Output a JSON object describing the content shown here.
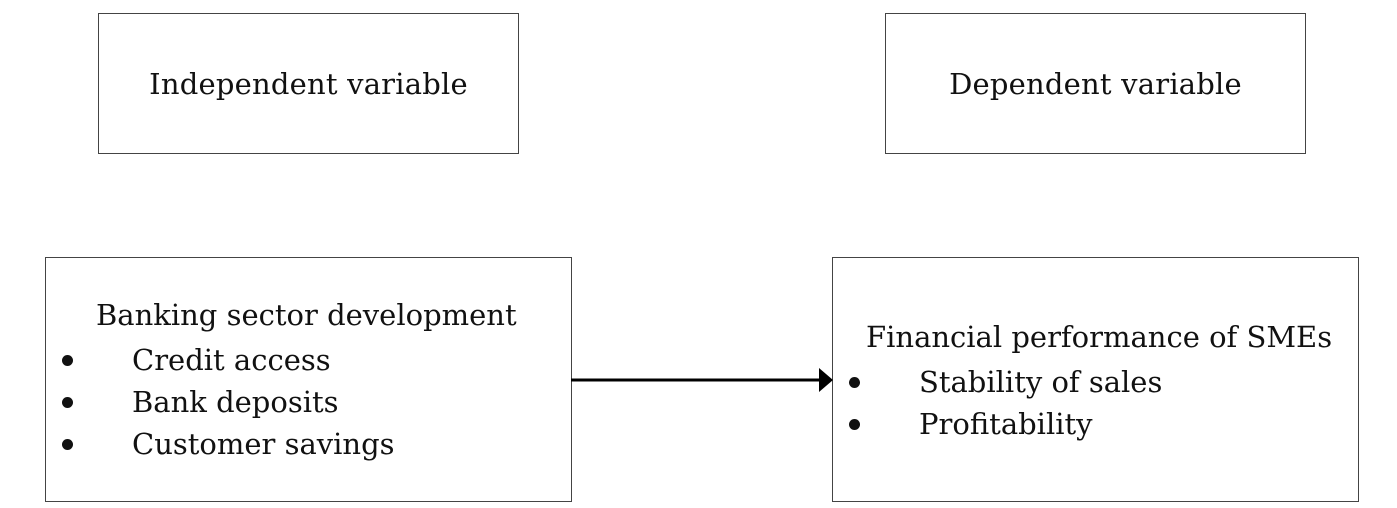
{
  "headers": {
    "independent": "Independent variable",
    "dependent": "Dependent variable"
  },
  "independent_box": {
    "title": "Banking sector development",
    "items": [
      "Credit access",
      "Bank deposits",
      "Customer savings"
    ]
  },
  "dependent_box": {
    "title": "Financial performance of SMEs",
    "items": [
      "Stability of sales",
      "Profitability"
    ]
  },
  "connector": {
    "from": "independent_box",
    "to": "dependent_box",
    "color": "#000000"
  }
}
